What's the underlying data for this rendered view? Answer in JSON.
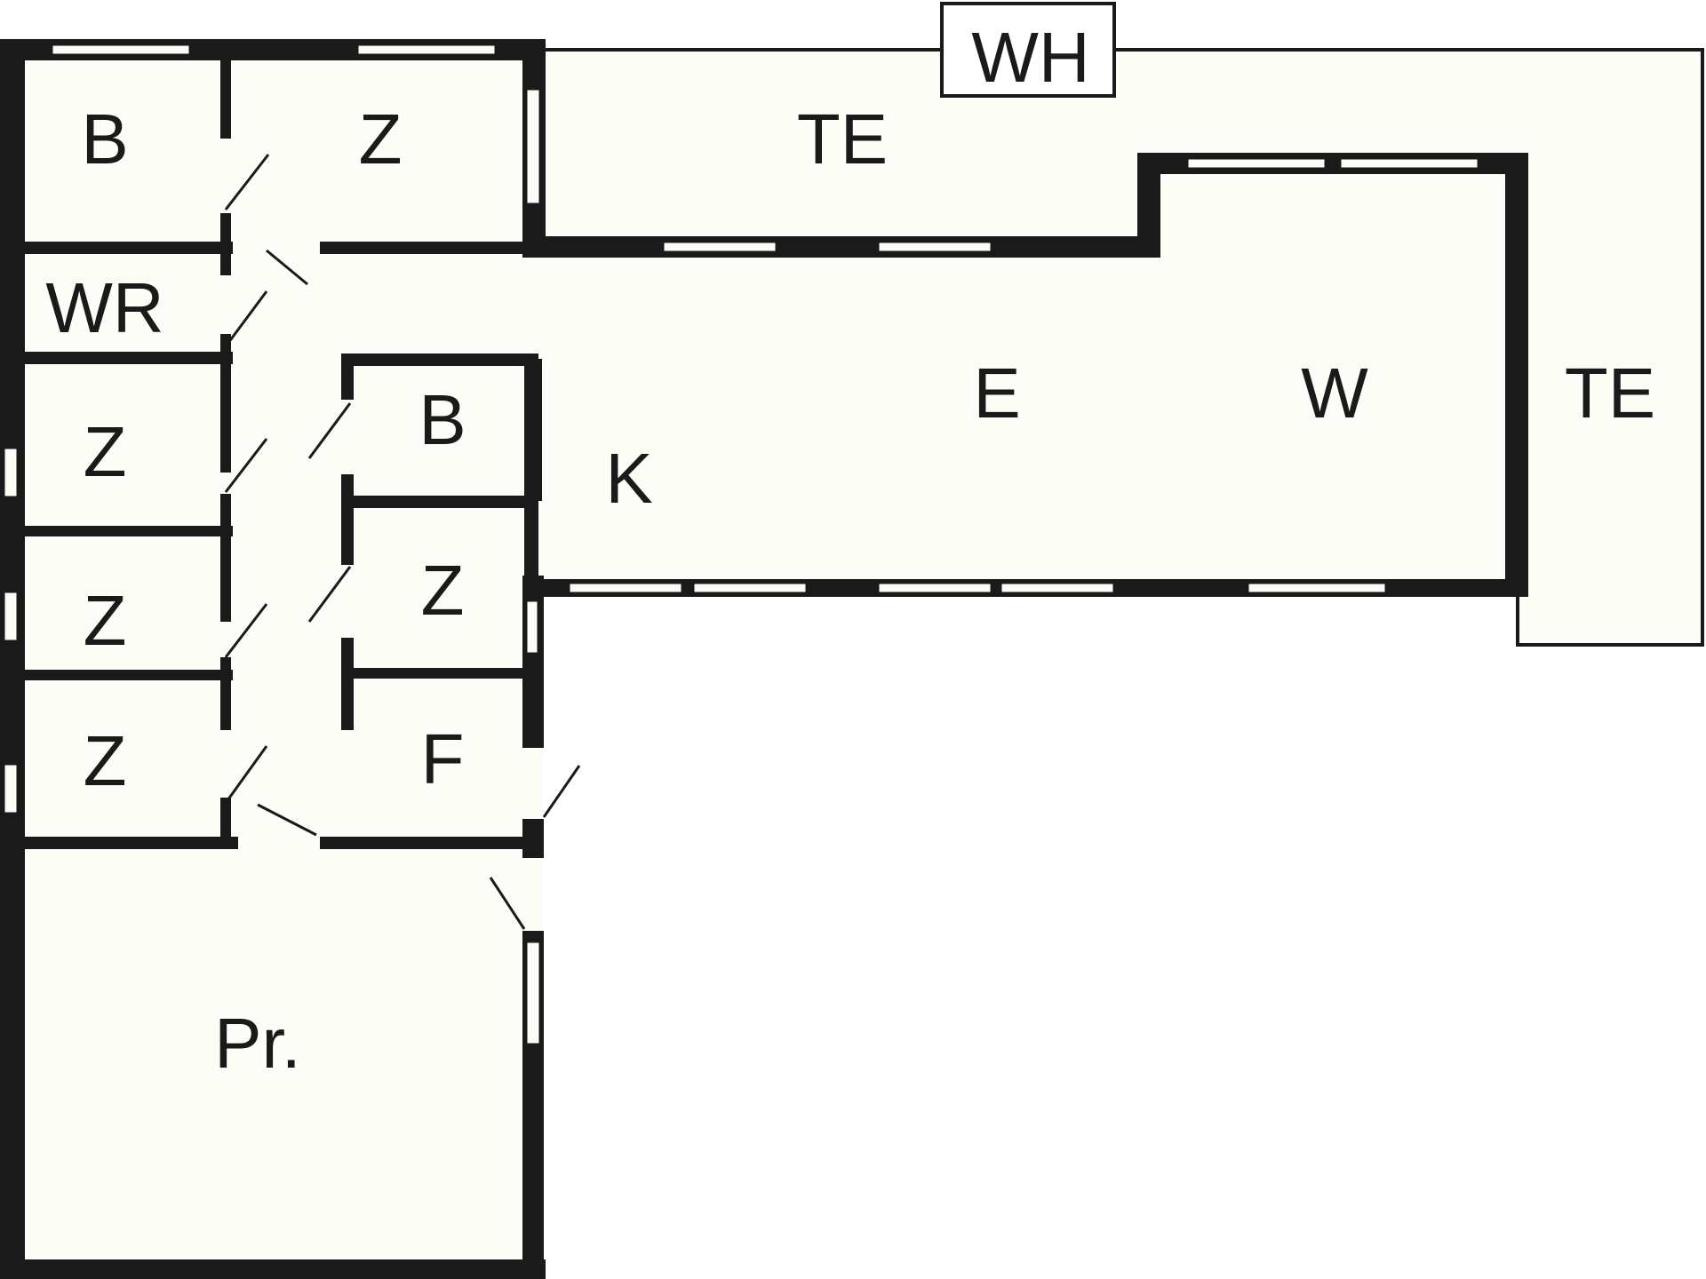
{
  "colors": {
    "floor": "#fcfdf7",
    "wall": "#1a1a1a",
    "background": "#ffffff"
  },
  "labels": {
    "wh": "WH",
    "te_top": "TE",
    "te_right": "TE",
    "b_top": "B",
    "z_top": "Z",
    "wr": "WR",
    "z_left_1": "Z",
    "z_left_2": "Z",
    "z_left_3": "Z",
    "b_mid": "B",
    "z_mid": "Z",
    "f": "F",
    "k": "K",
    "e": "E",
    "w": "W",
    "pr": "Pr."
  }
}
